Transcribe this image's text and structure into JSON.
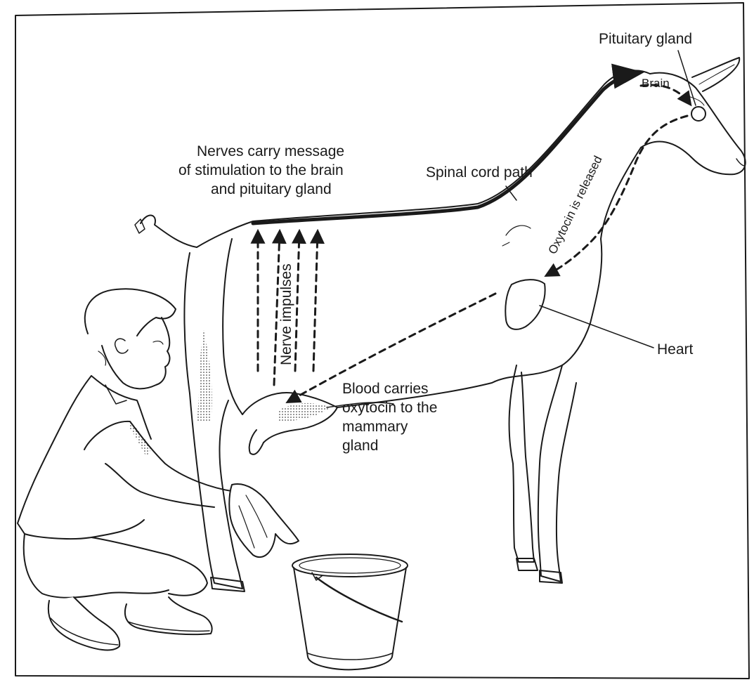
{
  "labels": {
    "pituitary_gland": "Pituitary gland",
    "brain": "Brain",
    "nerves_message": [
      "Nerves carry message",
      "of stimulation to the brain",
      "and pituitary gland"
    ],
    "spinal_cord_path": "Spinal cord path",
    "oxytocin_released": "Oxytocin is released",
    "nerve_impulses": "Nerve impulses",
    "heart": "Heart",
    "blood_carries": [
      "Blood carries",
      "oxytocin to the",
      "mammary",
      "gland"
    ]
  },
  "colors": {
    "ink": "#1a1a1a",
    "paper": "#ffffff"
  }
}
